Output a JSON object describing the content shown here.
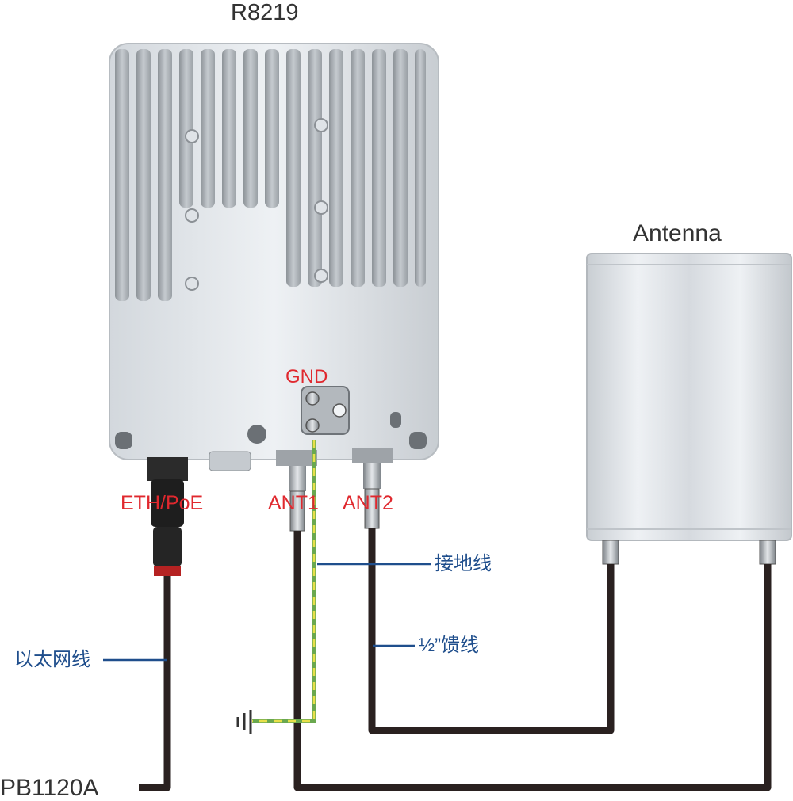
{
  "labels": {
    "device": "R8219",
    "antenna": "Antenna",
    "gnd": "GND",
    "eth_poe": "ETH/PoE",
    "ant1": "ANT1",
    "ant2": "ANT2",
    "ground_wire": "接地线",
    "feeder": "½”馈线",
    "ethernet_cable": "以太网线",
    "poe_injector": "PB1120A"
  },
  "colors": {
    "label_dark": "#333333",
    "label_red": "#e0282e",
    "label_blue": "#1f4e8c",
    "cable": "#2a2120",
    "ground_green": "#6aa84f",
    "ground_yellow": "#e8e04a",
    "housing": "#e2e6ea",
    "fin": "#a9aeb3"
  },
  "icons": [
    "ground-symbol-icon",
    "screw-icon"
  ]
}
